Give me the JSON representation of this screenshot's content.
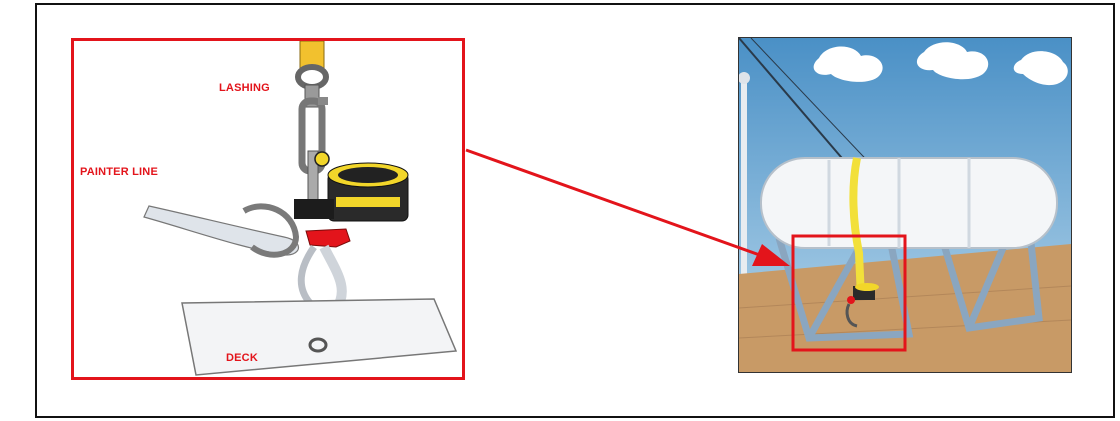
{
  "labels": {
    "lashing": "LASHING",
    "painter_line": "PAINTER LINE",
    "deck": "DECK"
  },
  "colors": {
    "highlight": "#e3141b",
    "sky": "#7fb4d8",
    "deck_wood": "#c8a070",
    "strap": "#f2e03a",
    "liferaft": "#f2f4f6"
  },
  "icons": {
    "hydrostatic_release": "hydrostatic-release-unit-icon",
    "shackle": "shackle-icon"
  }
}
